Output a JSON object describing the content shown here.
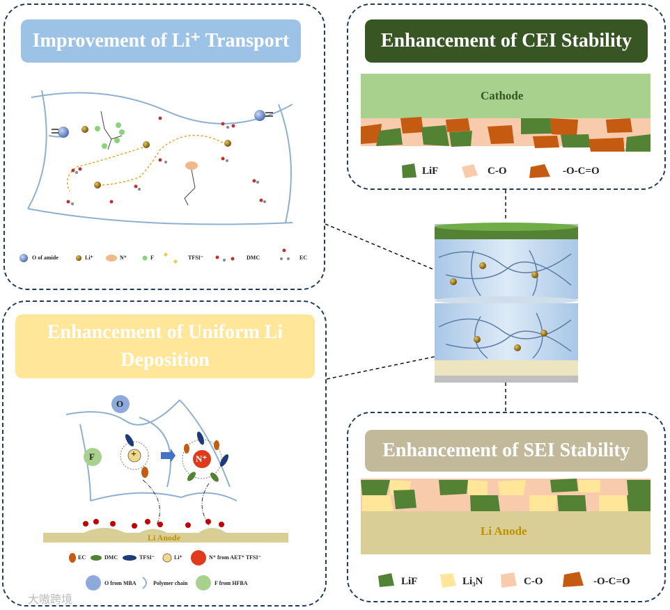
{
  "panels": {
    "transport": {
      "title": "Improvement of Li⁺ Transport",
      "legend": [
        "O of amide",
        "Li⁺",
        "N⁺",
        "F",
        "TFSI⁻",
        "DMC",
        "EC"
      ]
    },
    "cei": {
      "title": "Enhancement of CEI Stability",
      "cathode": "Cathode",
      "legend": [
        "LiF",
        "C-O",
        "-O-C=O"
      ]
    },
    "uniform": {
      "title_line1": "Enhancement of Uniform Li",
      "title_line2": "Deposition",
      "o_label": "O",
      "f_label": "F",
      "n_label": "N⁺",
      "plus_label": "+",
      "anode": "Li Anode",
      "legend_row1": [
        "EC",
        "DMC",
        "TFSI⁻",
        "Li⁺",
        "N⁺ from AET⁺ TFSI⁻"
      ],
      "legend_row2": [
        "O from MBA",
        "Polymer chain",
        "F from HFBA"
      ]
    },
    "sei": {
      "title": "Enhancement of SEI Stability",
      "anode": "Li  Anode",
      "legend": [
        "LiF",
        "Li₃N",
        "C-O",
        "-O-C=O"
      ]
    }
  },
  "watermark": "大嗷跨境",
  "colors": {
    "transport_title": "#9cc3e6",
    "cei_title": "#375623",
    "uniform_title": "#ffe699",
    "sei_title": "#c2b99a",
    "cathode": "#a9d18e",
    "li_anode": "#d9cf96",
    "lif": "#548235",
    "c_o": "#f4b183",
    "o_c_o": "#c55a11",
    "li3n": "#ffe699",
    "border": "#1f3a5c"
  }
}
